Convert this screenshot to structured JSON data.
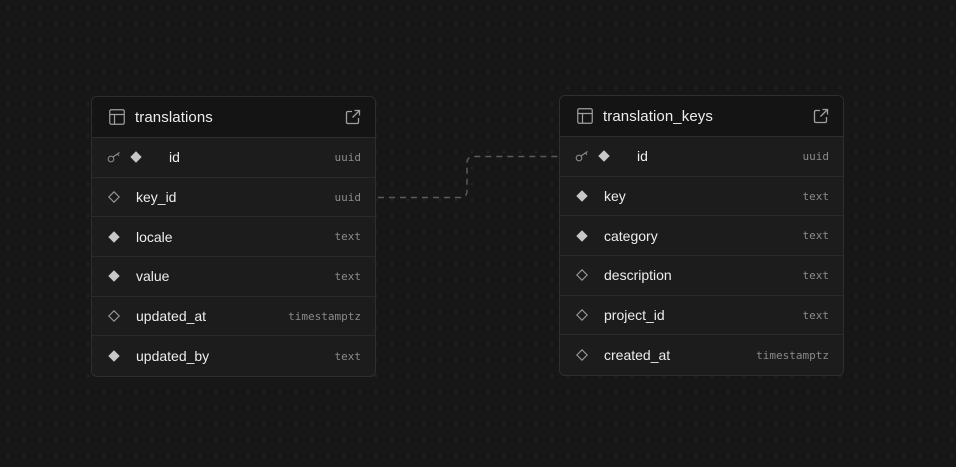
{
  "colors": {
    "background": "#171717",
    "card": "#1c1c1c",
    "header": "#141414",
    "border": "#2e2e2e",
    "text": "#ededed",
    "type_text": "#8a8a8a",
    "relation_line": "#5a5a5a"
  },
  "tables": [
    {
      "name": "translations",
      "icons": {
        "table": "table-icon",
        "open": "external-link-icon"
      },
      "columns": [
        {
          "name": "id",
          "type": "uuid",
          "primary_key": true,
          "nullable": false
        },
        {
          "name": "key_id",
          "type": "uuid",
          "primary_key": false,
          "nullable": true
        },
        {
          "name": "locale",
          "type": "text",
          "primary_key": false,
          "nullable": false
        },
        {
          "name": "value",
          "type": "text",
          "primary_key": false,
          "nullable": false
        },
        {
          "name": "updated_at",
          "type": "timestamptz",
          "primary_key": false,
          "nullable": true
        },
        {
          "name": "updated_by",
          "type": "text",
          "primary_key": false,
          "nullable": false
        }
      ]
    },
    {
      "name": "translation_keys",
      "icons": {
        "table": "table-icon",
        "open": "external-link-icon"
      },
      "columns": [
        {
          "name": "id",
          "type": "uuid",
          "primary_key": true,
          "nullable": false
        },
        {
          "name": "key",
          "type": "text",
          "primary_key": false,
          "nullable": false
        },
        {
          "name": "category",
          "type": "text",
          "primary_key": false,
          "nullable": false
        },
        {
          "name": "description",
          "type": "text",
          "primary_key": false,
          "nullable": true
        },
        {
          "name": "project_id",
          "type": "text",
          "primary_key": false,
          "nullable": true
        },
        {
          "name": "created_at",
          "type": "timestamptz",
          "primary_key": false,
          "nullable": true
        }
      ]
    }
  ],
  "relations": [
    {
      "from_table": "translations",
      "from_column": "key_id",
      "to_table": "translation_keys",
      "to_column": "id"
    }
  ]
}
